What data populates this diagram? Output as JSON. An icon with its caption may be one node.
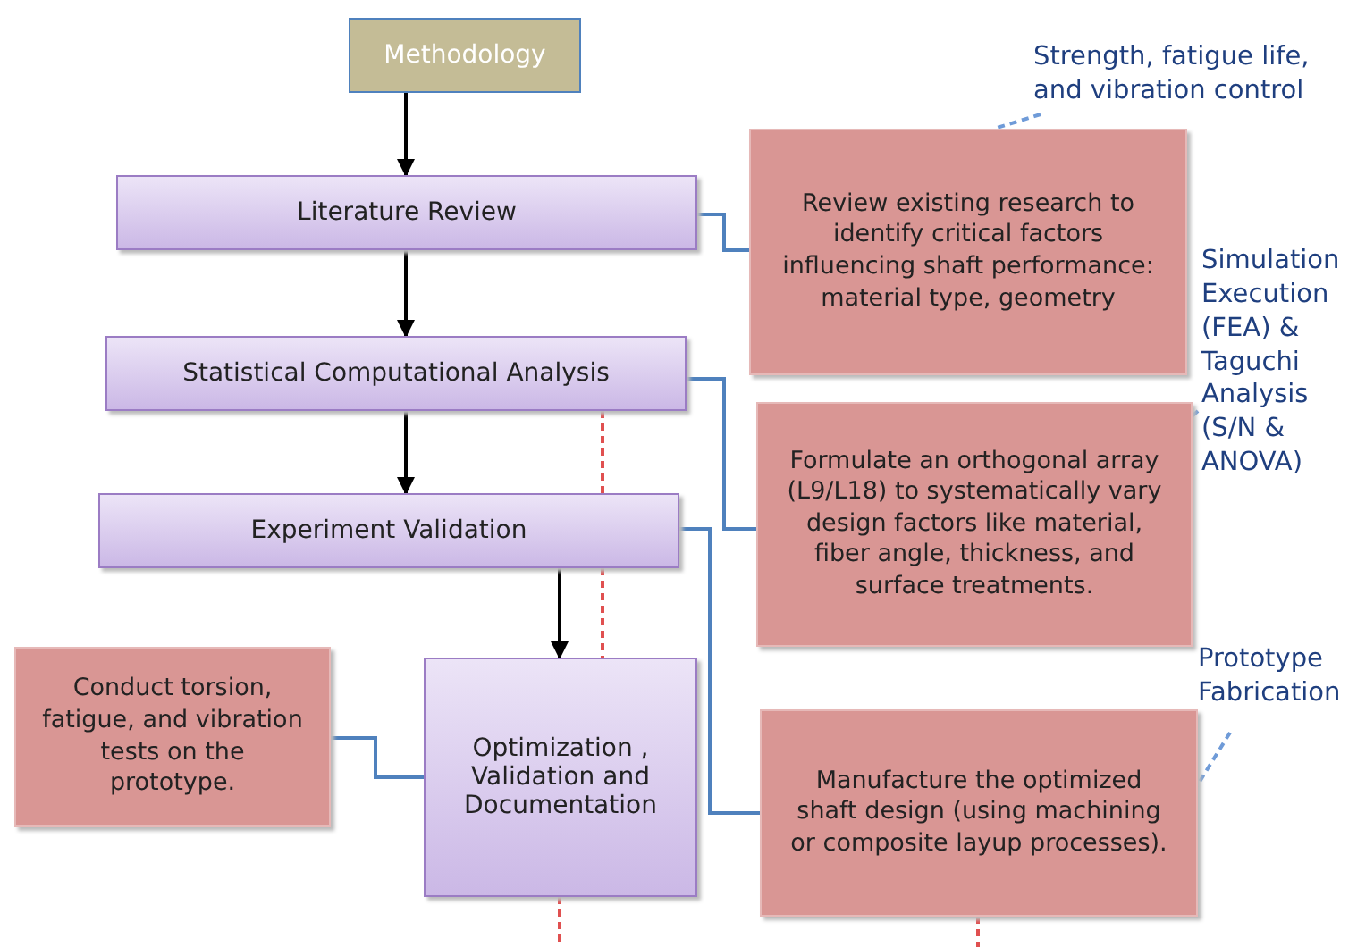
{
  "diagram": {
    "nodes": [
      {
        "text": [
          "Methodology"
        ]
      },
      {
        "text": [
          "Literature Review"
        ]
      },
      {
        "text": [
          "Statistical Computational Analysis"
        ]
      },
      {
        "text": [
          "Experiment Validation"
        ]
      },
      {
        "text": [
          "Optimization , Validation and Documentation"
        ]
      },
      {
        "text": [
          "Review existing research to identify critical factors influencing shaft performance: material type, geometry"
        ]
      },
      {
        "text": [
          "Formulate an orthogonal array (L9/L18) to systematically vary design factors like material, fiber angle, thickness, and surface treatments."
        ]
      },
      {
        "text": [
          "Conduct torsion, fatigue, and vibration tests on the prototype."
        ]
      },
      {
        "text": [
          "Manufacture the optimized shaft design (using machining or composite layup processes)."
        ]
      },
      {
        "text": [
          "Strength, fatigue life, and vibration control"
        ]
      },
      {
        "text": [
          "Simulation Execution (FEA) & Taguchi Analysis (S/N & ANOVA)"
        ]
      },
      {
        "text": [
          "Prototype Fabrication"
        ]
      }
    ],
    "edges": [
      {
        "from": 0,
        "to": 1,
        "arrow": "to"
      },
      {
        "from": 1,
        "to": 2,
        "arrow": "to"
      },
      {
        "from": 2,
        "to": 3,
        "arrow": "to"
      },
      {
        "from": 3,
        "to": 4,
        "arrow": "to"
      },
      {
        "from": 1,
        "to": 5,
        "arrow": "none",
        "color": "#4f81bd"
      },
      {
        "from": 2,
        "to": 6,
        "arrow": "none",
        "color": "#4f81bd"
      },
      {
        "from": 3,
        "to": 8,
        "arrow": "none",
        "color": "#4f81bd"
      },
      {
        "from": 7,
        "to": 4,
        "arrow": "none",
        "color": "#4f81bd"
      },
      {
        "from": 9,
        "to": 5,
        "arrow": "none",
        "style": "dashed",
        "color": "#6f9bd8"
      },
      {
        "from": 10,
        "to": 6,
        "arrow": "none",
        "style": "dashed",
        "color": "#6f9bd8"
      },
      {
        "from": 11,
        "to": 8,
        "arrow": "none",
        "style": "dashed",
        "color": "#6f9bd8"
      },
      {
        "from": 2,
        "to": 3,
        "arrow": "none",
        "style": "dashed",
        "color": "#e05050"
      },
      {
        "from": 3,
        "to": 4,
        "arrow": "none",
        "style": "dashed",
        "color": "#e05050"
      },
      {
        "from": 4,
        "to": null,
        "arrow": "none",
        "style": "dashed",
        "color": "#e05050"
      },
      {
        "from": 8,
        "to": null,
        "arrow": "none",
        "style": "dashed",
        "color": "#e05050"
      }
    ]
  }
}
